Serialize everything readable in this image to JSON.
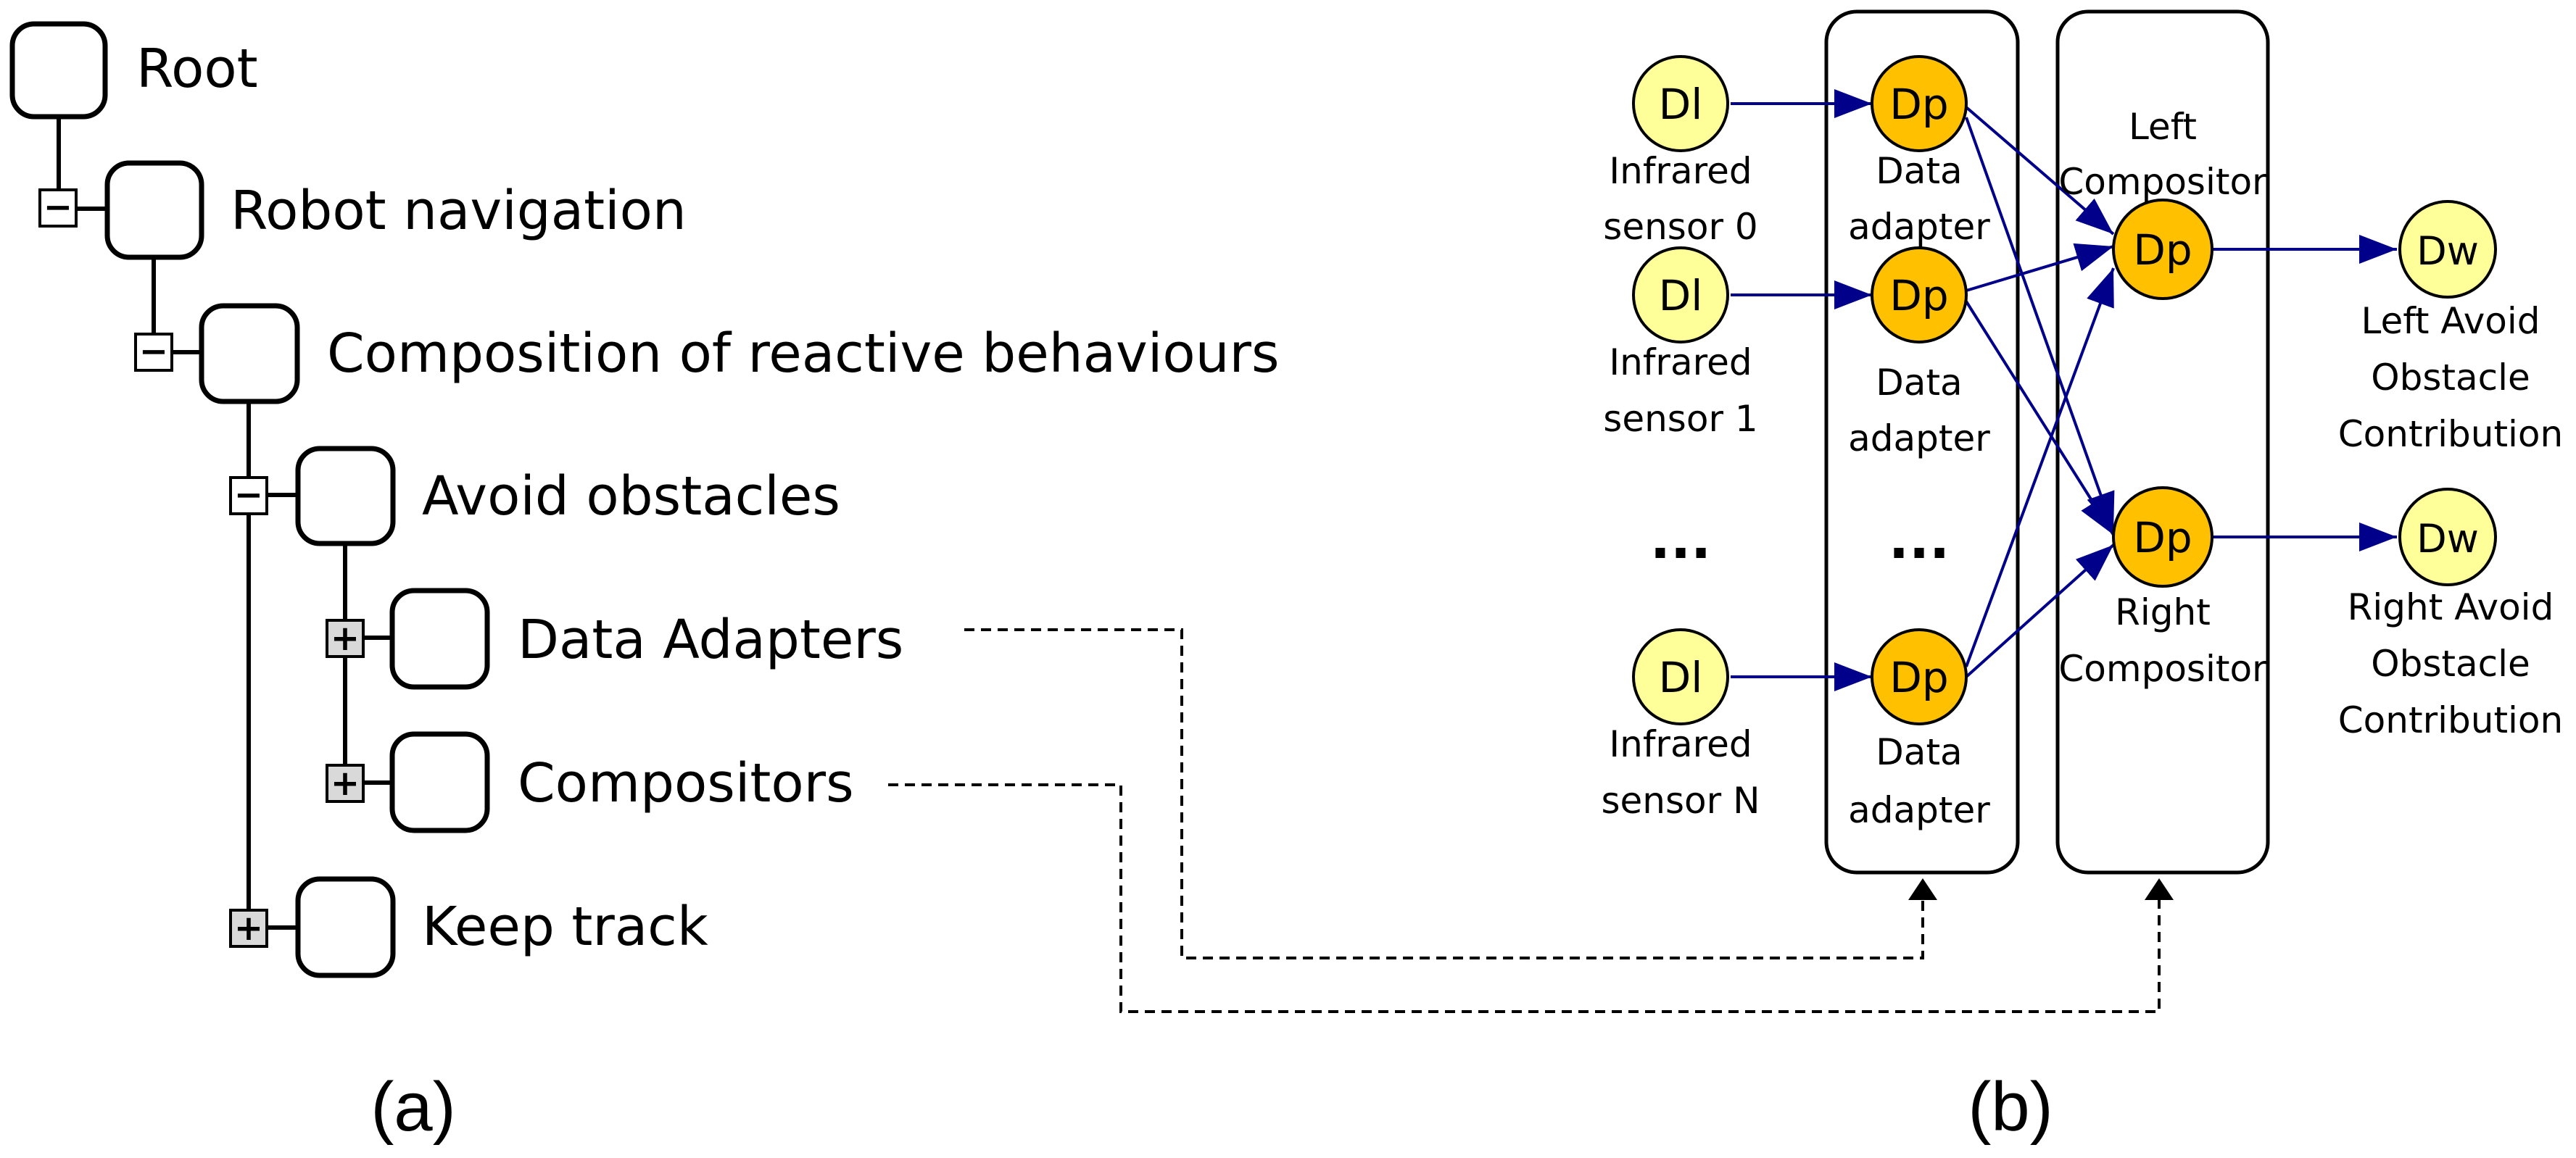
{
  "tree": {
    "items": [
      {
        "label": "Root"
      },
      {
        "label": "Robot navigation",
        "toggle": "−"
      },
      {
        "label": "Composition of reactive behaviours",
        "toggle": "−"
      },
      {
        "label": "Avoid obstacles",
        "toggle": "−"
      },
      {
        "label": "Data Adapters",
        "toggle": "+"
      },
      {
        "label": "Compositors",
        "toggle": "+"
      },
      {
        "label": "Keep track",
        "toggle": "+"
      }
    ]
  },
  "subfigure_labels": {
    "a": "(a)",
    "b": "(b)"
  },
  "network": {
    "sensors": [
      {
        "node": "Dl",
        "caption": [
          "Infrared",
          "sensor 0"
        ]
      },
      {
        "node": "Dl",
        "caption": [
          "Infrared",
          "sensor 1"
        ]
      },
      {
        "node": "Dl",
        "caption": [
          "Infrared",
          "sensor N"
        ]
      }
    ],
    "sensor_ellipsis": "...",
    "adapters": [
      {
        "node": "Dp",
        "caption": [
          "Data",
          "adapter"
        ]
      },
      {
        "node": "Dp",
        "caption": [
          "Data",
          "adapter"
        ]
      },
      {
        "node": "Dp",
        "caption": [
          "Data",
          "adapter"
        ]
      }
    ],
    "adapter_ellipsis": "...",
    "compositors": [
      {
        "node": "Dp",
        "caption": [
          "Left",
          "Compositor"
        ]
      },
      {
        "node": "Dp",
        "caption": [
          "Right",
          "Compositor"
        ]
      }
    ],
    "outputs": [
      {
        "node": "Dw",
        "caption": [
          "Left Avoid",
          "Obstacle",
          "Contribution"
        ]
      },
      {
        "node": "Dw",
        "caption": [
          "Right Avoid",
          "Obstacle",
          "Contribution"
        ]
      }
    ]
  },
  "colors": {
    "sensor_fill": "#ffff99",
    "processor_fill": "#ffc000",
    "edge": "#00008b",
    "outline": "#000000",
    "toggle_plus_fill": "#d9d9d9",
    "toggle_minus_fill": "#ffffff"
  }
}
